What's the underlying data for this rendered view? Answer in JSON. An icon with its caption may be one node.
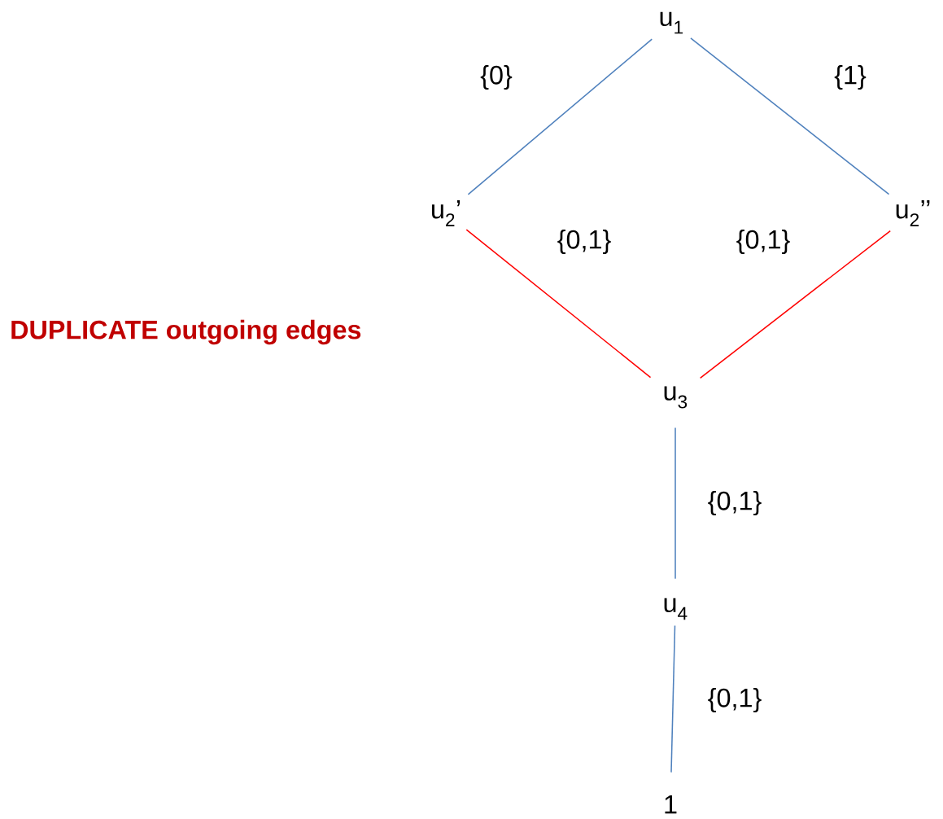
{
  "diagram": {
    "nodes": [
      {
        "text": [
          "u$_{1}$"
        ]
      },
      {
        "text": [
          "u$_{2}$’"
        ]
      },
      {
        "text": [
          "u$_{2}$’’"
        ]
      },
      {
        "text": [
          "u$_{3}$"
        ]
      },
      {
        "text": [
          "u$_{4}$"
        ]
      },
      {
        "text": [
          "1"
        ]
      }
    ],
    "edges": [
      {
        "from": 0,
        "to": 1,
        "arrow": "none",
        "label": "{0}"
      },
      {
        "from": 0,
        "to": 2,
        "arrow": "none",
        "label": "{1}"
      },
      {
        "from": 1,
        "to": 3,
        "arrow": "none",
        "label": "{0,1}",
        "color": "#ff0000"
      },
      {
        "from": 2,
        "to": 3,
        "arrow": "none",
        "label": "{0,1}",
        "color": "#ff0000"
      },
      {
        "from": 3,
        "to": 4,
        "arrow": "none",
        "label": "{0,1}"
      },
      {
        "from": 4,
        "to": 5,
        "arrow": "none",
        "label": "{0,1}"
      }
    ],
    "labels": [
      "DUPLICATE outgoing edges"
    ]
  }
}
